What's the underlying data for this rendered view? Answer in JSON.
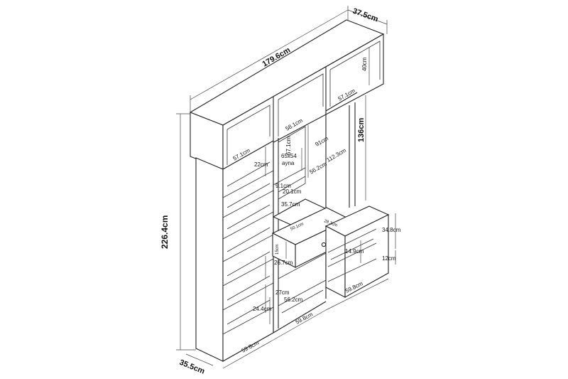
{
  "dimensions": {
    "total_width": "179.6cm",
    "depth_top": "37.5cm",
    "total_height": "226.4cm",
    "depth_bottom": "35.5cm",
    "top_box_height": "40cm",
    "top_right_width": "57.1cm",
    "top_mid_width": "58.1cm",
    "top_left_width": "57.1cm",
    "open_height": "136cm",
    "mirror_height": "67.1cm",
    "mirror_size": "65x54",
    "mirror_word": "ayna",
    "mirror_side": "91cm",
    "upper_gap": "112.3cm",
    "mid_width": "56.2cm",
    "top_shelf_gap": "22cm",
    "small_gap": "9.1cm",
    "shelf_gap": "20.1cm",
    "shelf_depth": "35.7cm",
    "drawer_width": "50.1cm",
    "drawer_depth": "28.3cm",
    "drawer_height": "15cm",
    "bench_height": "34.8cm",
    "bench_drawer": "14.9cm",
    "plinth": "12cm",
    "lower_gap": "26.7cm",
    "bottom_gap": "27cm",
    "bottom_mid_width": "56.2cm",
    "shoe_shelf_gap": "24.4cm",
    "right_base_width": "59.8cm",
    "mid_base_width": "59.8cm",
    "left_base_width": "59.8cm"
  }
}
